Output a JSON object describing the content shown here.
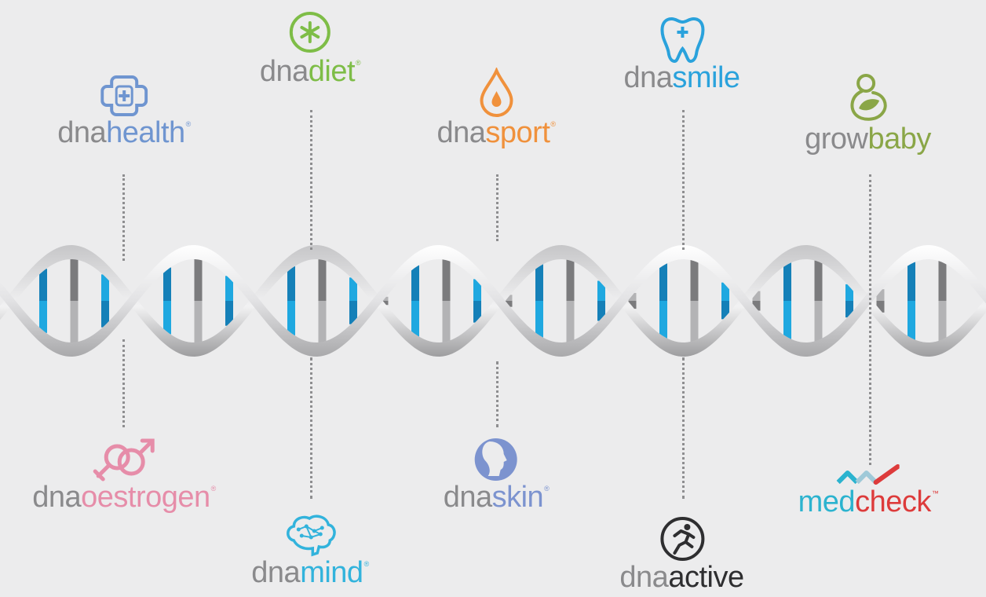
{
  "colors": {
    "background": "#ececed",
    "prefix": "#8a8a8c",
    "connector": "#8e8e90",
    "helix_light": "#f4f4f5",
    "helix_dark": "#9b9b9d",
    "rung_blue_dark": "#1580b8",
    "rung_blue_light": "#1fa8e0",
    "rung_grey_dark": "#7b7b7d",
    "rung_grey_light": "#b3b3b5"
  },
  "brands": [
    {
      "id": "dnahealth",
      "prefix": "dna",
      "suffix": "health",
      "mark": "®",
      "icon": "medical-cross-icon",
      "color": "#6f95d0"
    },
    {
      "id": "dnadiet",
      "prefix": "dna",
      "suffix": "diet",
      "mark": "®",
      "icon": "asterisk-circle-icon",
      "color": "#7ebd47"
    },
    {
      "id": "dnasport",
      "prefix": "dna",
      "suffix": "sport",
      "mark": "®",
      "icon": "water-drop-icon",
      "color": "#f0913c"
    },
    {
      "id": "dnasmile",
      "prefix": "dna",
      "suffix": "smile",
      "mark": "",
      "icon": "tooth-icon",
      "color": "#2aa2dc"
    },
    {
      "id": "growbaby",
      "prefix": "grow",
      "suffix": "baby",
      "mark": "",
      "icon": "baby-leaf-icon",
      "color": "#8aa647"
    },
    {
      "id": "dnaoestrogen",
      "prefix": "dna",
      "suffix": "oestrogen",
      "mark": "®",
      "icon": "gender-symbols-icon",
      "color": "#e68da9"
    },
    {
      "id": "dnamind",
      "prefix": "dna",
      "suffix": "mind",
      "mark": "®",
      "icon": "brain-icon",
      "color": "#32b3dc"
    },
    {
      "id": "dnaskin",
      "prefix": "dna",
      "suffix": "skin",
      "mark": "®",
      "icon": "face-profile-icon",
      "color": "#7c93cf"
    },
    {
      "id": "dnaactive",
      "prefix": "dna",
      "suffix": "active",
      "mark": "",
      "icon": "runner-circle-icon",
      "color": "#2e2e30"
    },
    {
      "id": "medcheck",
      "prefix": "med",
      "suffix": "check",
      "mark": "™",
      "icon": "pulse-check-icon",
      "color": "#dd3b3b",
      "prefix_color": "#2bb3cf"
    }
  ]
}
